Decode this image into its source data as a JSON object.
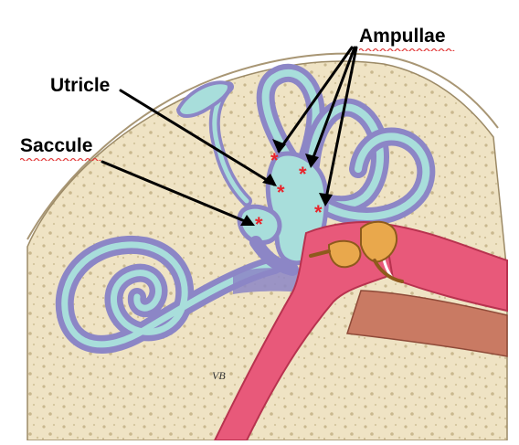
{
  "labels": {
    "ampullae": "Ampullae",
    "utricle": "Utricle",
    "saccule": "Saccule"
  },
  "markers": {
    "symbol": "*"
  },
  "signature": "VB",
  "colors": {
    "bone": "#efe3c4",
    "bone_spots": "#c9b88e",
    "membranous_labyrinth": "#8c86c6",
    "endolymph": "#a8dedb",
    "middle_ear": "#e8597a",
    "ear_canal_skin": "#c97a63",
    "ossicles": "#e9a84c",
    "marker": "#e8242b",
    "squiggle": "#e23a3a"
  }
}
